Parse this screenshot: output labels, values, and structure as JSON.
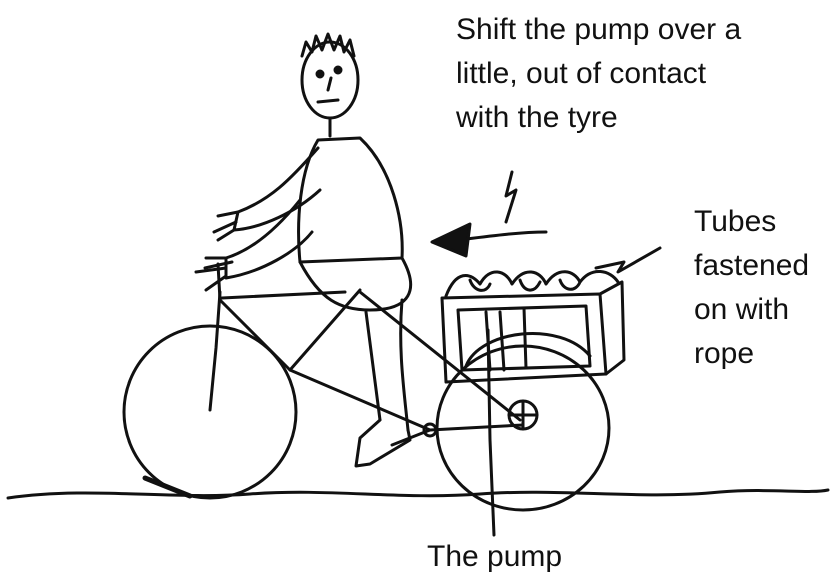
{
  "labels": {
    "shift_pump": [
      "Shift the pump over a",
      "little, out of contact",
      "with the tyre"
    ],
    "tubes": [
      "Tubes",
      "fastened",
      "on with",
      "rope"
    ],
    "pump": "The pump"
  },
  "colors": {
    "ink": "#111111",
    "background": "#ffffff"
  }
}
